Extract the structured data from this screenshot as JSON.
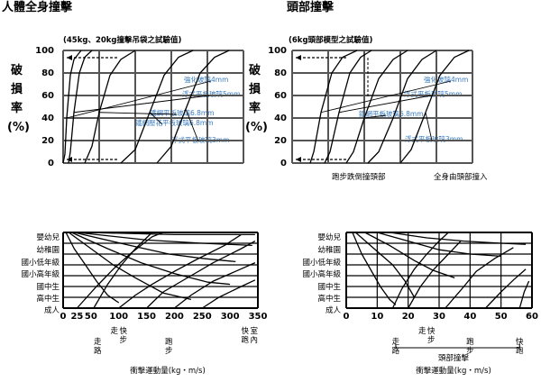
{
  "titles": {
    "top_left": "人體全身撞擊",
    "top_right": "頭部撞擊"
  },
  "chart_data": [
    {
      "type": "line",
      "title": "人體全身撞擊",
      "subtitle": "(45kg、20kg撞擊吊袋之試驗值)",
      "ylabel_chars": [
        "破",
        "損",
        "率",
        "(%)"
      ],
      "y_ticks": [
        "100",
        "80",
        "60",
        "40",
        "20",
        "0"
      ],
      "ylim": [
        0,
        100
      ],
      "grid": true,
      "series": [
        {
          "name": "強化玻璃4mm",
          "values": [
            [
              0.0,
              0
            ],
            [
              0.05,
              8
            ],
            [
              0.1,
              40
            ],
            [
              0.2,
              78
            ],
            [
              0.3,
              92
            ],
            [
              0.5,
              100
            ]
          ]
        },
        {
          "name": "浮式平板玻璃5mm",
          "values": [
            [
              0.15,
              0
            ],
            [
              0.2,
              10
            ],
            [
              0.3,
              45
            ],
            [
              0.45,
              80
            ],
            [
              0.6,
              94
            ],
            [
              0.8,
              100
            ]
          ]
        },
        {
          "name": "鐵網平板玻璃6.8mm",
          "values": [
            [
              0.6,
              0
            ],
            [
              0.8,
              15
            ],
            [
              1.0,
              45
            ],
            [
              1.3,
              78
            ],
            [
              1.6,
              92
            ],
            [
              2.0,
              100
            ]
          ]
        },
        {
          "name": "鐵網壓花平板玻璃6.8mm",
          "values": [
            [
              1.6,
              0
            ],
            [
              2.0,
              12
            ],
            [
              2.4,
              45
            ],
            [
              2.8,
              78
            ],
            [
              3.2,
              94
            ],
            [
              3.6,
              100
            ]
          ]
        },
        {
          "name": "浮式平板玻璃3mm",
          "values": [
            [
              2.6,
              0
            ],
            [
              3.0,
              15
            ],
            [
              3.4,
              48
            ],
            [
              3.8,
              80
            ],
            [
              4.2,
              94
            ],
            [
              4.6,
              100
            ]
          ]
        }
      ]
    },
    {
      "type": "line",
      "title": "頭部撞擊",
      "subtitle": "(6kg頭部模型之試驗值)",
      "ylabel_chars": [
        "破",
        "損",
        "率",
        "(%)"
      ],
      "y_ticks": [
        "100",
        "80",
        "60",
        "40",
        "20",
        "0"
      ],
      "ylim": [
        0,
        100
      ],
      "grid": true,
      "annotations": [
        "跑步跌倒撞頭部",
        "全身由頭部撞入"
      ],
      "series": [
        {
          "name": "強化玻璃4mm",
          "values": [
            [
              0.5,
              0
            ],
            [
              0.6,
              10
            ],
            [
              0.8,
              45
            ],
            [
              1.1,
              80
            ],
            [
              1.4,
              94
            ],
            [
              1.8,
              100
            ]
          ]
        },
        {
          "name": "浮式平板玻璃5mm",
          "values": [
            [
              0.9,
              0
            ],
            [
              1.05,
              10
            ],
            [
              1.3,
              45
            ],
            [
              1.6,
              80
            ],
            [
              1.9,
              94
            ],
            [
              2.2,
              100
            ]
          ]
        },
        {
          "name": "鐵網平板玻璃6.8mm",
          "values": [
            [
              1.5,
              0
            ],
            [
              1.7,
              10
            ],
            [
              2.0,
              40
            ],
            [
              2.4,
              75
            ],
            [
              2.8,
              92
            ],
            [
              3.2,
              100
            ]
          ]
        },
        {
          "name": "鐵網壓花平板玻璃6.8mm",
          "values": [
            [
              2.1,
              0
            ],
            [
              2.4,
              10
            ],
            [
              2.8,
              40
            ],
            [
              3.2,
              75
            ],
            [
              3.6,
              92
            ],
            [
              4.0,
              100
            ]
          ]
        },
        {
          "name": "浮式平板玻璃3mm",
          "values": [
            [
              3.0,
              0
            ],
            [
              3.3,
              12
            ],
            [
              3.7,
              45
            ],
            [
              4.1,
              78
            ],
            [
              4.5,
              94
            ],
            [
              4.9,
              100
            ]
          ]
        }
      ]
    },
    {
      "type": "line",
      "categories": [
        "嬰幼兒",
        "幼稚園",
        "國小低年級",
        "國小高年級",
        "國中生",
        "高中生",
        "成人"
      ],
      "x_ticks": [
        "0",
        "25",
        "50",
        "100",
        "150",
        "200",
        "250",
        "300",
        "350"
      ],
      "x_tick_values": [
        0,
        25,
        50,
        100,
        150,
        200,
        250,
        300,
        350
      ],
      "xlim": [
        0,
        350
      ],
      "xlabel": "衝擊運動量(kg・m/s)",
      "activities": [
        {
          "label": "走路",
          "x": 62
        },
        {
          "label": "快步走",
          "x": 100
        },
        {
          "label": "跑步",
          "x": 190
        },
        {
          "label": "室內快跑",
          "x": 335
        }
      ],
      "series": [
        {
          "values": [
            [
              5,
              7
            ],
            [
              20,
              5.5
            ],
            [
              40,
              4
            ],
            [
              60,
              2.5
            ],
            [
              80,
              1.2
            ],
            [
              100,
              0.5
            ]
          ]
        },
        {
          "values": [
            [
              10,
              7
            ],
            [
              50,
              5.5
            ],
            [
              90,
              4
            ],
            [
              130,
              2.8
            ],
            [
              180,
              1.4
            ],
            [
              230,
              0.8
            ]
          ]
        },
        {
          "values": [
            [
              15,
              7
            ],
            [
              80,
              5.5
            ],
            [
              140,
              4.2
            ],
            [
              200,
              3.2
            ],
            [
              260,
              2.4
            ],
            [
              300,
              2.2
            ]
          ]
        },
        {
          "values": [
            [
              20,
              7
            ],
            [
              120,
              5.8
            ],
            [
              190,
              5
            ],
            [
              250,
              4.6
            ],
            [
              310,
              4.3
            ]
          ]
        },
        {
          "values": [
            [
              25,
              7
            ],
            [
              150,
              6.3
            ],
            [
              250,
              6.0
            ],
            [
              340,
              5.8
            ]
          ]
        },
        {
          "values": [
            [
              40,
              7
            ],
            [
              200,
              6.8
            ],
            [
              345,
              6.8
            ]
          ]
        },
        {
          "values": [
            [
              25,
              0
            ],
            [
              60,
              2
            ],
            [
              90,
              3.6
            ],
            [
              120,
              5
            ],
            [
              160,
              6.6
            ],
            [
              180,
              7
            ]
          ]
        },
        {
          "values": [
            [
              55,
              0
            ],
            [
              80,
              2.2
            ],
            [
              105,
              4
            ],
            [
              130,
              5.5
            ],
            [
              160,
              7
            ]
          ]
        },
        {
          "values": [
            [
              100,
              0
            ],
            [
              130,
              1.2
            ],
            [
              160,
              2.2
            ],
            [
              200,
              3.4
            ],
            [
              240,
              4.5
            ],
            [
              290,
              5.8
            ],
            [
              320,
              6.8
            ]
          ]
        },
        {
          "values": [
            [
              150,
              0
            ],
            [
              180,
              1.5
            ],
            [
              230,
              3
            ],
            [
              270,
              4.2
            ],
            [
              320,
              5.5
            ],
            [
              345,
              6.2
            ]
          ]
        },
        {
          "values": [
            [
              200,
              0
            ],
            [
              230,
              1.2
            ],
            [
              270,
              2.5
            ],
            [
              310,
              3.4
            ],
            [
              345,
              4.2
            ]
          ]
        },
        {
          "values": [
            [
              250,
              0
            ],
            [
              280,
              1.0
            ],
            [
              320,
              2.0
            ],
            [
              345,
              2.6
            ]
          ]
        }
      ]
    },
    {
      "type": "line",
      "categories": [
        "嬰幼兒",
        "幼稚園",
        "國小低年級",
        "國小高年級",
        "國中生",
        "高中生",
        "成人"
      ],
      "x_ticks": [
        "0",
        "10",
        "20",
        "30",
        "40",
        "50",
        "60"
      ],
      "x_tick_values": [
        0,
        10,
        20,
        30,
        40,
        50,
        60
      ],
      "xlim": [
        0,
        60
      ],
      "xlabel": "衝擊運動量(kg・m/s)",
      "bracket_label": "頭部撞擊",
      "activities": [
        {
          "label": "走路",
          "x": 16
        },
        {
          "label": "快步走",
          "x": 26
        },
        {
          "label": "跑步",
          "x": 40
        },
        {
          "label": "快跑",
          "x": 56
        }
      ],
      "series": [
        {
          "values": [
            [
              2,
              7
            ],
            [
              5,
              5
            ],
            [
              8,
              3.5
            ],
            [
              11,
              2
            ],
            [
              14,
              0.8
            ],
            [
              16,
              0.3
            ]
          ]
        },
        {
          "values": [
            [
              3,
              7
            ],
            [
              9,
              5.5
            ],
            [
              15,
              4
            ],
            [
              19,
              2.5
            ],
            [
              22,
              1
            ]
          ]
        },
        {
          "values": [
            [
              6,
              7
            ],
            [
              14,
              5.8
            ],
            [
              22,
              4.4
            ],
            [
              28,
              3.5
            ],
            [
              35,
              2.8
            ]
          ]
        },
        {
          "values": [
            [
              10,
              7
            ],
            [
              20,
              6.2
            ],
            [
              30,
              5.4
            ],
            [
              40,
              5
            ],
            [
              50,
              4.8
            ]
          ]
        },
        {
          "values": [
            [
              14,
              7
            ],
            [
              26,
              6.5
            ],
            [
              38,
              6.2
            ],
            [
              50,
              6
            ],
            [
              58,
              5.9
            ]
          ]
        },
        {
          "values": [
            [
              15,
              0
            ],
            [
              18,
              1.8
            ],
            [
              22,
              3.6
            ],
            [
              26,
              5
            ],
            [
              30,
              6.2
            ],
            [
              33,
              7
            ]
          ]
        },
        {
          "values": [
            [
              20,
              0
            ],
            [
              24,
              2
            ],
            [
              28,
              3.5
            ],
            [
              33,
              5
            ],
            [
              37,
              6.2
            ]
          ]
        },
        {
          "values": [
            [
              32,
              0
            ],
            [
              38,
              2
            ],
            [
              42,
              3.4
            ],
            [
              48,
              4.6
            ],
            [
              54,
              5.6
            ]
          ]
        },
        {
          "values": [
            [
              45,
              0
            ],
            [
              50,
              1.5
            ],
            [
              54,
              2.6
            ],
            [
              58,
              3.6
            ]
          ]
        },
        {
          "values": [
            [
              56,
              0
            ],
            [
              57.5,
              1.5
            ],
            [
              59,
              2.5
            ]
          ]
        }
      ]
    }
  ]
}
